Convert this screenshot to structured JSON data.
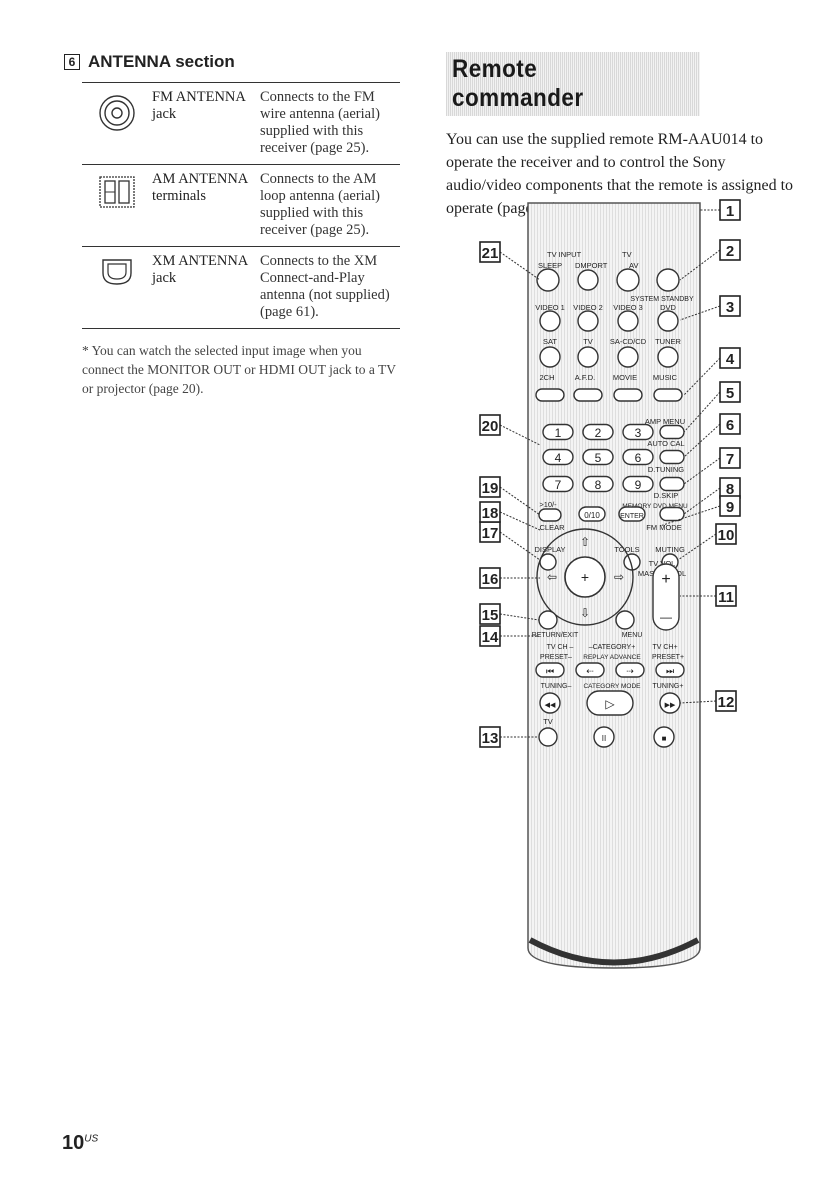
{
  "antenna": {
    "num": "6",
    "title": "ANTENNA section",
    "rows": [
      {
        "icon": "fm-jack-icon",
        "name": "FM ANTENNA jack",
        "desc": "Connects to the FM wire antenna (aerial) supplied with this receiver (page 25)."
      },
      {
        "icon": "am-terminal-icon",
        "name": "AM ANTENNA terminals",
        "desc": "Connects to the AM loop antenna (aerial) supplied with this receiver (page 25)."
      },
      {
        "icon": "xm-jack-icon",
        "name": "XM ANTENNA jack",
        "desc": "Connects to the XM Connect-and-Play antenna (not supplied) (page 61)."
      }
    ],
    "note": "* You can watch the selected input image when you connect the MONITOR OUT or HDMI OUT jack to a TV or projector (page 20)."
  },
  "remote": {
    "title": "Remote commander",
    "intro": "You can use the supplied remote RM-AAU014 to operate the receiver and to control the Sony audio/video components that the remote is assigned to operate (page 74).",
    "labels": {
      "tv_input": "TV INPUT",
      "sleep": "SLEEP",
      "dmport": "DMPORT",
      "tv": "TV",
      "av": "AV",
      "system_standby": "SYSTEM STANDBY",
      "video1": "VIDEO 1",
      "video2": "VIDEO 2",
      "video3": "VIDEO 3",
      "dvd": "DVD",
      "sat": "SAT",
      "tv2": "TV",
      "sacd": "SA-CD/CD",
      "tuner": "TUNER",
      "ch2": "2CH",
      "afd": "A.F.D.",
      "movie": "MOVIE",
      "music": "MUSIC",
      "amp_menu": "AMP MENU",
      "auto_cal": "AUTO CAL",
      "dtuning": "D.TUNING",
      "dskip": "D.SKIP",
      "memory": "MEMORY",
      "dvd_menu": "DVD MENU",
      "ten": ">10/-",
      "zero": "0/10",
      "enter": "ENTER",
      "clear": "CLEAR",
      "fm_mode": "FM MODE",
      "display": "DISPLAY",
      "tools": "TOOLS",
      "muting": "MUTING",
      "tv_vol": "TV VOL",
      "master_vol": "MASTER VOL",
      "return": "RETURN/EXIT",
      "menu": "MENU",
      "tv_ch": "TV CH",
      "category": "CATEGORY",
      "preset": "PRESET",
      "replay": "REPLAY",
      "advance": "ADVANCE",
      "tuning": "TUNING",
      "cat_mode": "CATEGORY MODE",
      "tv_label": "TV"
    },
    "keys": [
      "1",
      "2",
      "3",
      "4",
      "5",
      "6",
      "7",
      "8",
      "9"
    ],
    "callouts": [
      "1",
      "2",
      "3",
      "4",
      "5",
      "6",
      "7",
      "8",
      "9",
      "10",
      "11",
      "12",
      "13",
      "14",
      "15",
      "16",
      "17",
      "18",
      "19",
      "20",
      "21"
    ]
  },
  "page": {
    "num": "10",
    "sup": "US"
  }
}
